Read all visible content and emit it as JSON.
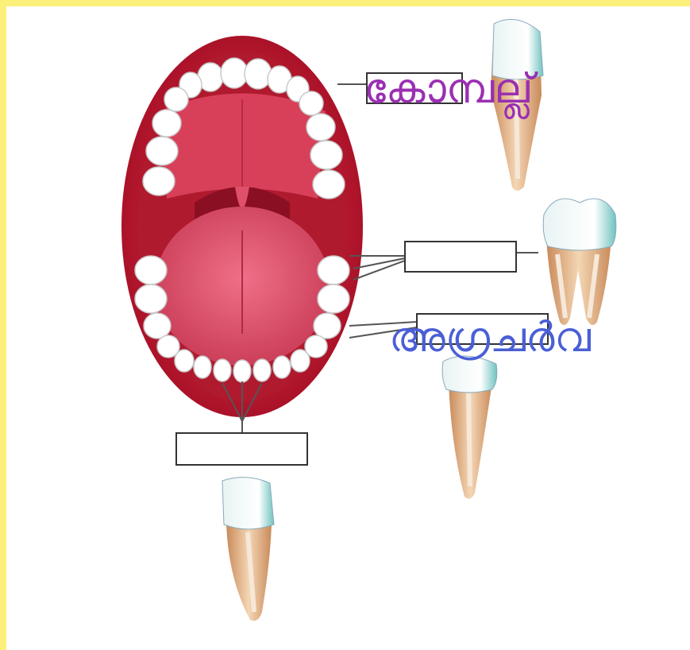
{
  "labels": {
    "canine": "കോമ്പല്ല്",
    "premolar": "അഗ്രചർവ"
  },
  "colors": {
    "border": "#fdf07a",
    "lips": "#c8102e",
    "mouth_inside": "#b0182b",
    "tongue": "#e0506a",
    "canine_label": "#9a2fb2",
    "premolar_label": "#4a5fd6",
    "tooth_crown": "#ffffff",
    "tooth_root": "#d9a57a"
  },
  "icons": [
    "open-mouth",
    "canine-tooth",
    "molar-tooth",
    "premolar-tooth",
    "incisor-tooth"
  ]
}
